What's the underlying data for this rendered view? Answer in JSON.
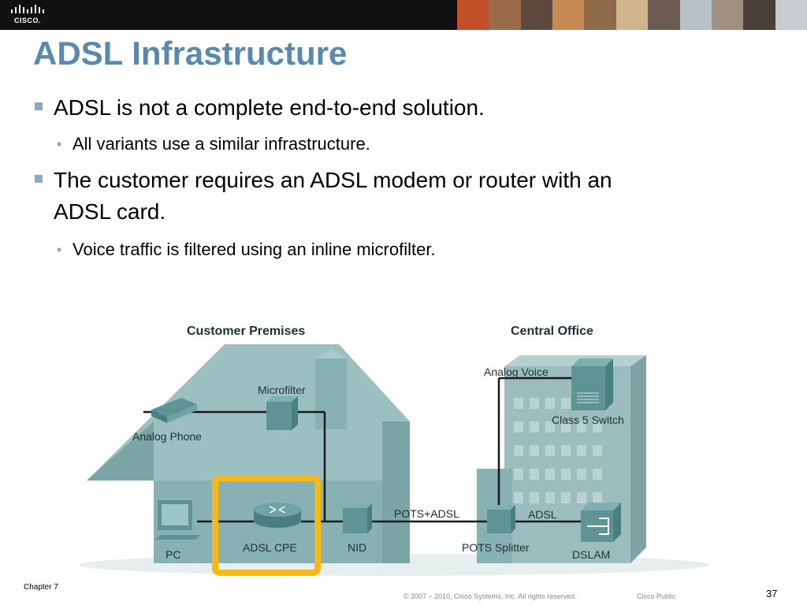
{
  "header": {
    "logo_text": "CISCO.",
    "photo_colors": [
      "#c4502a",
      "#9b6a48",
      "#5e4a3c",
      "#c78a54",
      "#8c6a4a",
      "#d0b48c",
      "#6a5a50",
      "#b7c2c8",
      "#a09080",
      "#4a4038",
      "#c8ccd0"
    ]
  },
  "slide": {
    "title": "ADSL Infrastructure",
    "bullets": [
      {
        "text": "ADSL is not a complete end-to-end solution."
      },
      {
        "text": "All variants use a similar infrastructure."
      },
      {
        "text": "The customer requires an ADSL modem or router with an"
      },
      {
        "text": "ADSL card."
      },
      {
        "text": "Voice traffic is filtered using an inline microfilter."
      }
    ]
  },
  "diagram": {
    "customer_premises": "Customer Premises",
    "central_office": "Central Office",
    "microfilter": "Microfilter",
    "analog_phone": "Analog Phone",
    "pc": "PC",
    "adsl_cpe": "ADSL CPE",
    "nid": "NID",
    "pots_adsl": "POTS+ADSL",
    "pots_splitter": "POTS Splitter",
    "analog_voice": "Analog Voice",
    "class5_switch": "Class 5 Switch",
    "adsl": "ADSL",
    "dslam": "DSLAM",
    "colors": {
      "house": "#88b1b3",
      "device": "#5e9494",
      "highlight": "#f6b915",
      "building": "#9cbdbe",
      "line": "#1a1a1a"
    }
  },
  "footer": {
    "chapter": "Chapter 7",
    "copyright": "© 2007 – 2010, Cisco Systems, Inc. All rights reserved.",
    "public": "Cisco Public",
    "page": "37"
  }
}
